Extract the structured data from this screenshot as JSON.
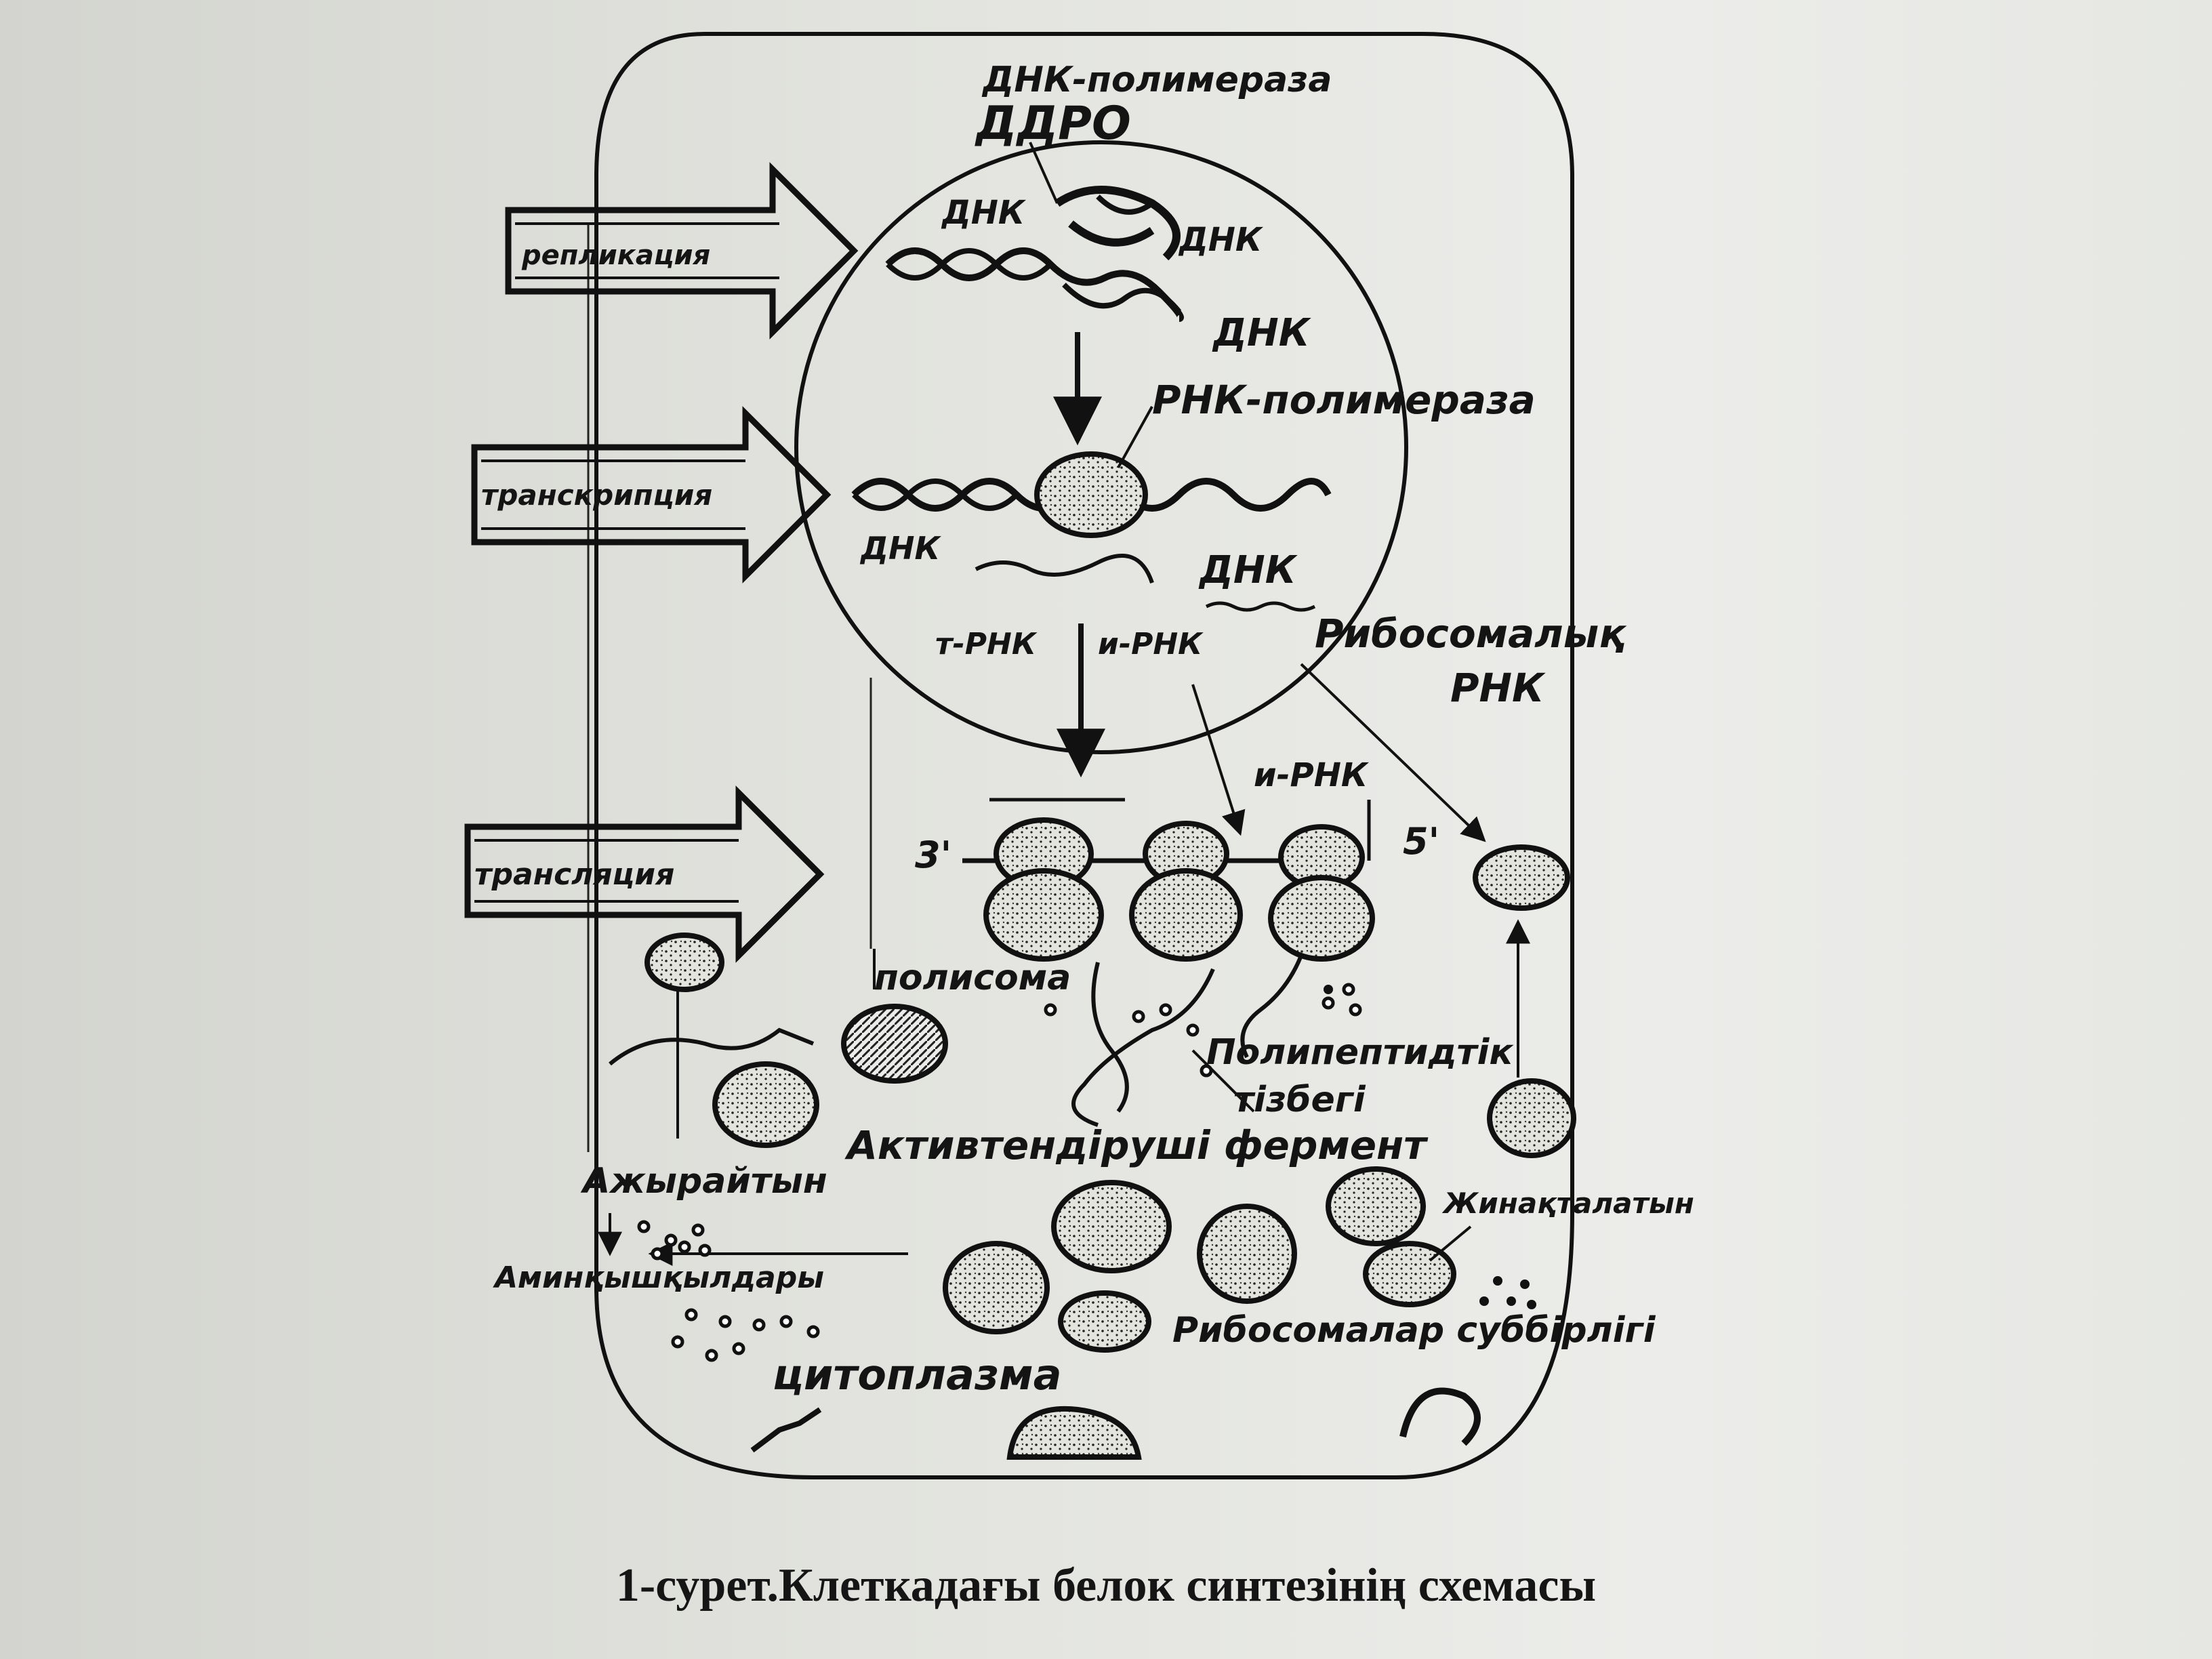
{
  "labels": {
    "dnk_polymerase": "ДНК-полимераза",
    "dnk_polymerase_marks": "ДДРО",
    "dnk_1": "ДНК",
    "dnk_2": "ДНК",
    "dnk_3": "ДНК",
    "replication": "репликация",
    "rnk_polymerase": "РНК-полимераза",
    "transcription": "транскрипция",
    "dnk_4": "ДНК",
    "dnk_5": "ДНК",
    "t_rnk": "т-РНК",
    "i_rnk_small": "и-РНК",
    "ribosomal_rnk": "Рибосомалық",
    "ribosomal_rnk_2": "РНК",
    "i_rnk": "и-РНК",
    "three_prime": "3'",
    "five_prime": "5'",
    "translation": "трансляция",
    "polysoma": "полисома",
    "polypeptide": "Полипептидтік",
    "tizbegi": "тізбегі",
    "activating_enzyme": "Активтендіруші фермент",
    "azhyraityn": "Ажырайтын",
    "zhinaqtaity": "Жинақталатын",
    "amino_acids": "Аминқышқылдары",
    "ribosome_subunits": "Рибосомалар суббірлігі",
    "cytoplasm": "цитоплазма"
  },
  "caption": "1-сурет.Клеткадағы белок синтезінің схемасы"
}
